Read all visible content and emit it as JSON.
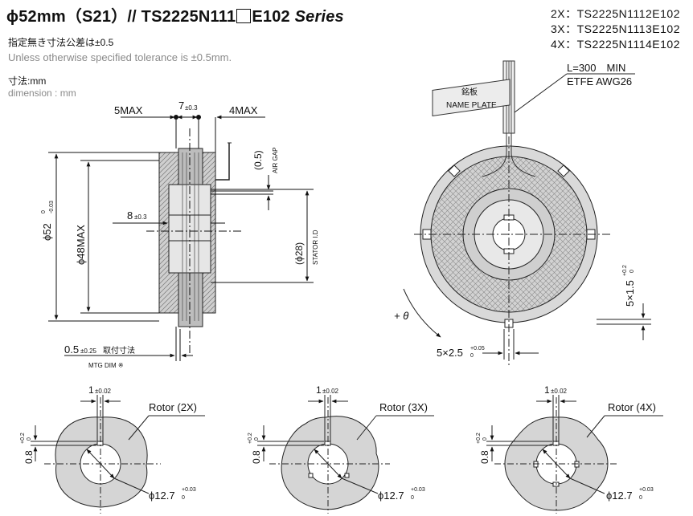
{
  "header": {
    "title_main": "ϕ52mm（S21）// TS2225N111",
    "title_tail": "E102",
    "title_series": "Series"
  },
  "models": [
    "2X：TS2225N1112E102",
    "3X：TS2225N1113E102",
    "4X：TS2225N1114E102"
  ],
  "notes": {
    "tolerance_jp": "指定無き寸法公差は±0.5",
    "tolerance_en": "Unless otherwise specified tolerance is ±0.5mm.",
    "dimension_jp": "寸法:mm",
    "dimension_en": "dimension : mm"
  },
  "side_view": {
    "max5": "5MAX",
    "seven": "7",
    "seven_tol": "±0.3",
    "max4": "4MAX",
    "air_gap_value": "(0.5)",
    "air_gap_label": "AIR GAP",
    "phi52": "ϕ52",
    "phi52_tol_upper": "0",
    "phi52_tol_lower": "-0.03",
    "phi48": "ϕ48MAX",
    "eight": "8",
    "eight_tol": "±0.3",
    "stator_id_value": "(ϕ28)",
    "stator_id_label": "STATOR I.D",
    "mtg_value": "0.5",
    "mtg_tol": "±0.25",
    "mtg_jp": "取付寸法",
    "mtg_label": "MTG DIM ※"
  },
  "front_view": {
    "lead_length": "L=300　MIN",
    "lead_wire": "ETFE AWG26",
    "nameplate_jp": "銘板",
    "nameplate_en": "NAME PLATE",
    "theta": "+ θ",
    "slot_v": "5×1.5",
    "slot_v_upper": "+0.2",
    "slot_v_lower": "0",
    "slot_h": "5×2.5",
    "slot_h_upper": "+0.05",
    "slot_h_lower": "0"
  },
  "rotors": [
    {
      "label": "Rotor (2X)",
      "key_w": "1",
      "key_w_tol": "±0.02",
      "key_d": "0.8",
      "key_d_upper": "+0.2",
      "key_d_lower": "0",
      "bore": "ϕ12.7",
      "bore_upper": "+0.03",
      "bore_lower": "0"
    },
    {
      "label": "Rotor (3X)",
      "key_w": "1",
      "key_w_tol": "±0.02",
      "key_d": "0.8",
      "key_d_upper": "+0.2",
      "key_d_lower": "0",
      "bore": "ϕ12.7",
      "bore_upper": "+0.03",
      "bore_lower": "0"
    },
    {
      "label": "Rotor (4X)",
      "key_w": "1",
      "key_w_tol": "±0.02",
      "key_d": "0.8",
      "key_d_upper": "+0.2",
      "key_d_lower": "0",
      "bore": "ϕ12.7",
      "bore_upper": "+0.03",
      "bore_lower": "0"
    }
  ]
}
